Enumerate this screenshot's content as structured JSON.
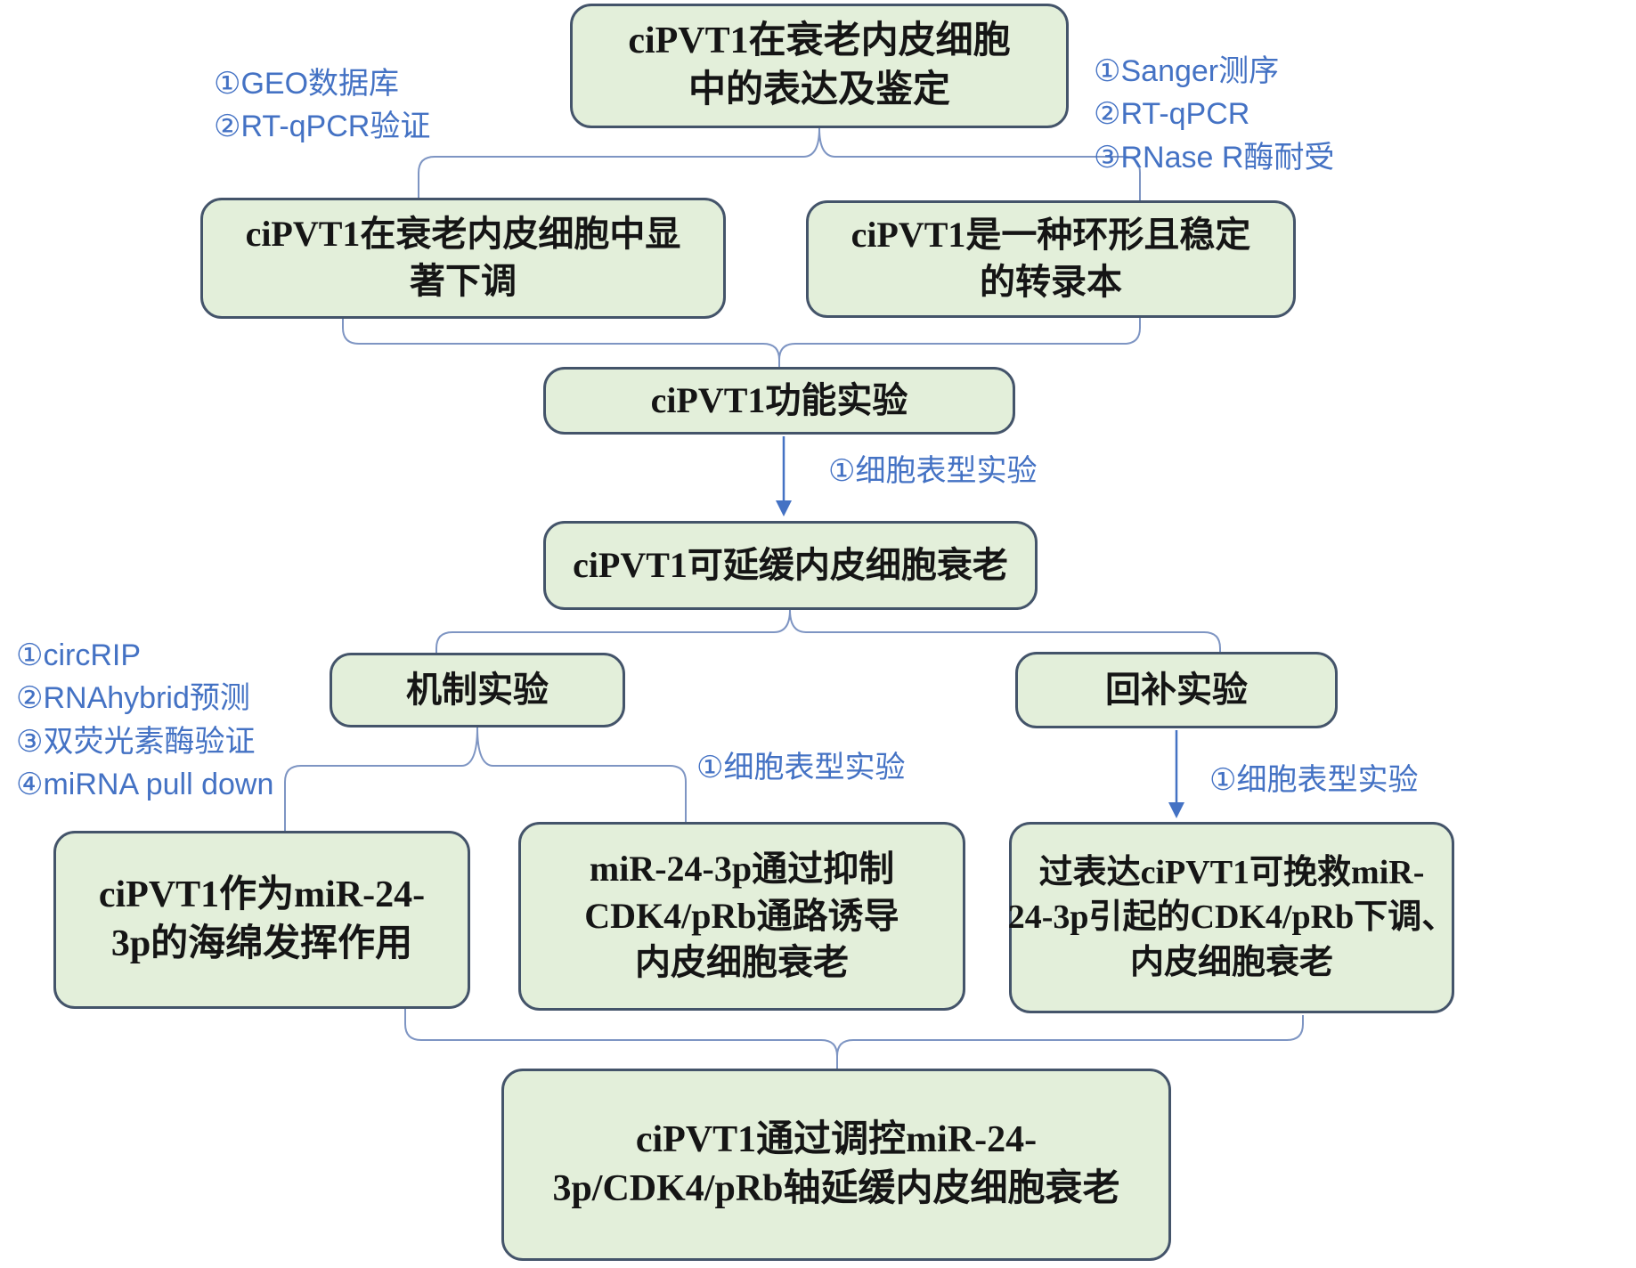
{
  "colors": {
    "box_fill": "#e3efda",
    "box_border": "#44546a",
    "box_text": "#151515",
    "annotation_text": "#4472c4",
    "connector": "#7e95c3",
    "arrow": "#4472c4"
  },
  "nodes": {
    "top": {
      "lines": [
        "ciPVT1在衰老内皮细胞",
        "中的表达及鉴定"
      ]
    },
    "downregulated": {
      "lines": [
        "ciPVT1在衰老内皮细胞中显",
        "著下调"
      ]
    },
    "circular": {
      "lines": [
        "ciPVT1是一种环形且稳定",
        "的转录本"
      ]
    },
    "function": {
      "lines": [
        "ciPVT1功能实验"
      ]
    },
    "delay": {
      "lines": [
        "ciPVT1可延缓内皮细胞衰老"
      ]
    },
    "mechanism": {
      "lines": [
        "机制实验"
      ]
    },
    "rescue": {
      "lines": [
        "回补实验"
      ]
    },
    "sponge": {
      "lines": [
        "ciPVT1作为miR-24-",
        "3p的海绵发挥作用"
      ]
    },
    "mir_pathway": {
      "lines": [
        "miR-24-3p通过抑制",
        "CDK4/pRb通路诱导",
        "内皮细胞衰老"
      ]
    },
    "overexpression": {
      "lines": [
        "过表达ciPVT1可挽救miR-",
        "24-3p引起的CDK4/pRb下调、",
        "内皮细胞衰老"
      ]
    },
    "conclusion": {
      "lines": [
        "ciPVT1通过调控miR-24-",
        "3p/CDK4/pRb轴延缓内皮细胞衰老"
      ]
    }
  },
  "annotations": {
    "geo": {
      "lines": [
        "①GEO数据库",
        "②RT-qPCR验证"
      ]
    },
    "sanger": {
      "lines": [
        "①Sanger测序",
        "②RT-qPCR",
        "③RNase R酶耐受"
      ]
    },
    "phenotype1": {
      "lines": [
        "①细胞表型实验"
      ]
    },
    "mechanism_methods": {
      "lines": [
        "①circRIP",
        "②RNAhybrid预测",
        "③双荧光素酶验证",
        "④miRNA pull down"
      ]
    },
    "phenotype2": {
      "lines": [
        "①细胞表型实验"
      ]
    },
    "phenotype3": {
      "lines": [
        "①细胞表型实验"
      ]
    }
  }
}
